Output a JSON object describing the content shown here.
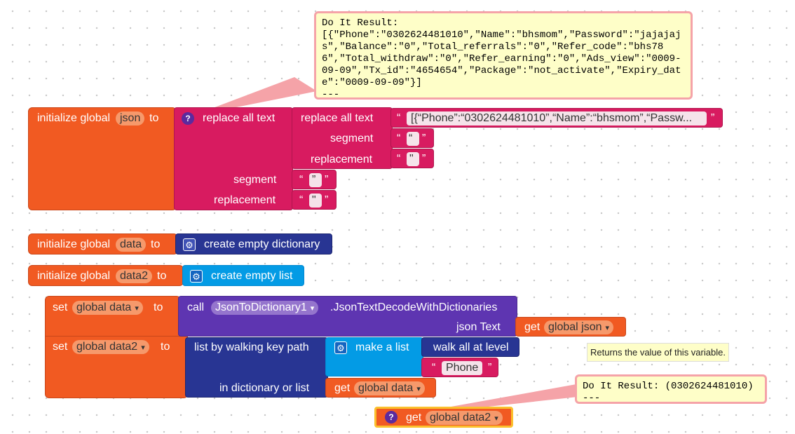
{
  "colors": {
    "variable_orange": "#f15a22",
    "text_magenta": "#d81b60",
    "dict_indigo": "#283593",
    "list_cyan": "#039be5",
    "component_purple": "#5e35b1",
    "bubble_bg": "#fefec8",
    "bubble_border": "#f5a3a8"
  },
  "result_bubble_top": {
    "text": "Do It Result:\n[{\"Phone\":\"0302624481010\",\"Name\":\"bhsmom\",\"Password\":\"jajajajs\",\"Balance\":\"0\",\"Total_referrals\":\"0\",\"Refer_code\":\"bhs786\",\"Total_withdraw\":\"0\",\"Refer_earning\":\"0\",\"Ads_view\":\"0009-09-09\",\"Tx_id\":\"4654654\",\"Package\":\"not_activate\",\"Expiry_date\":\"0009-09-09\"}]\n---"
  },
  "block_json": {
    "init_label": "initialize global",
    "var_name": "json",
    "to_label": "to",
    "outer_replace_label": "replace all text",
    "inner_replace_label": "replace all text",
    "string_value": "[{“Phone”:“0302624481010”,“Name”:“bhsmom”,“Passw...",
    "segment_label": "segment",
    "replacement_label": "replacement",
    "inner_segment_value": "“",
    "inner_replacement_value": "\"",
    "outer_segment_value": "”",
    "outer_replacement_value": "\""
  },
  "block_data": {
    "init_label": "initialize global",
    "var_name": "data",
    "to_label": "to",
    "value_label": "create empty dictionary"
  },
  "block_data2": {
    "init_label": "initialize global",
    "var_name": "data2",
    "to_label": "to",
    "value_label": "create empty list"
  },
  "block_set_data": {
    "set_label": "set",
    "var_dropdown": "global data",
    "to_label": "to",
    "call_label": "call",
    "component": "JsonToDictionary1",
    "method": ".JsonTextDecodeWithDictionaries",
    "param_label": "json Text",
    "get_label": "get",
    "get_var": "global json"
  },
  "block_set_data2": {
    "set_label": "set",
    "var_dropdown": "global data2",
    "to_label": "to",
    "walk_label": "list by walking key path",
    "make_list_label": "make a list",
    "walk_all_label": "walk all at level",
    "phone_value": "Phone",
    "dict_label": "in dictionary or list",
    "get_label": "get",
    "get_var": "global data"
  },
  "tooltip": {
    "text": "Returns the value of this variable."
  },
  "result_bubble_bottom": {
    "text": "Do It Result: (0302624481010)\n---"
  },
  "block_get_data2": {
    "get_label": "get",
    "var": "global data2"
  }
}
